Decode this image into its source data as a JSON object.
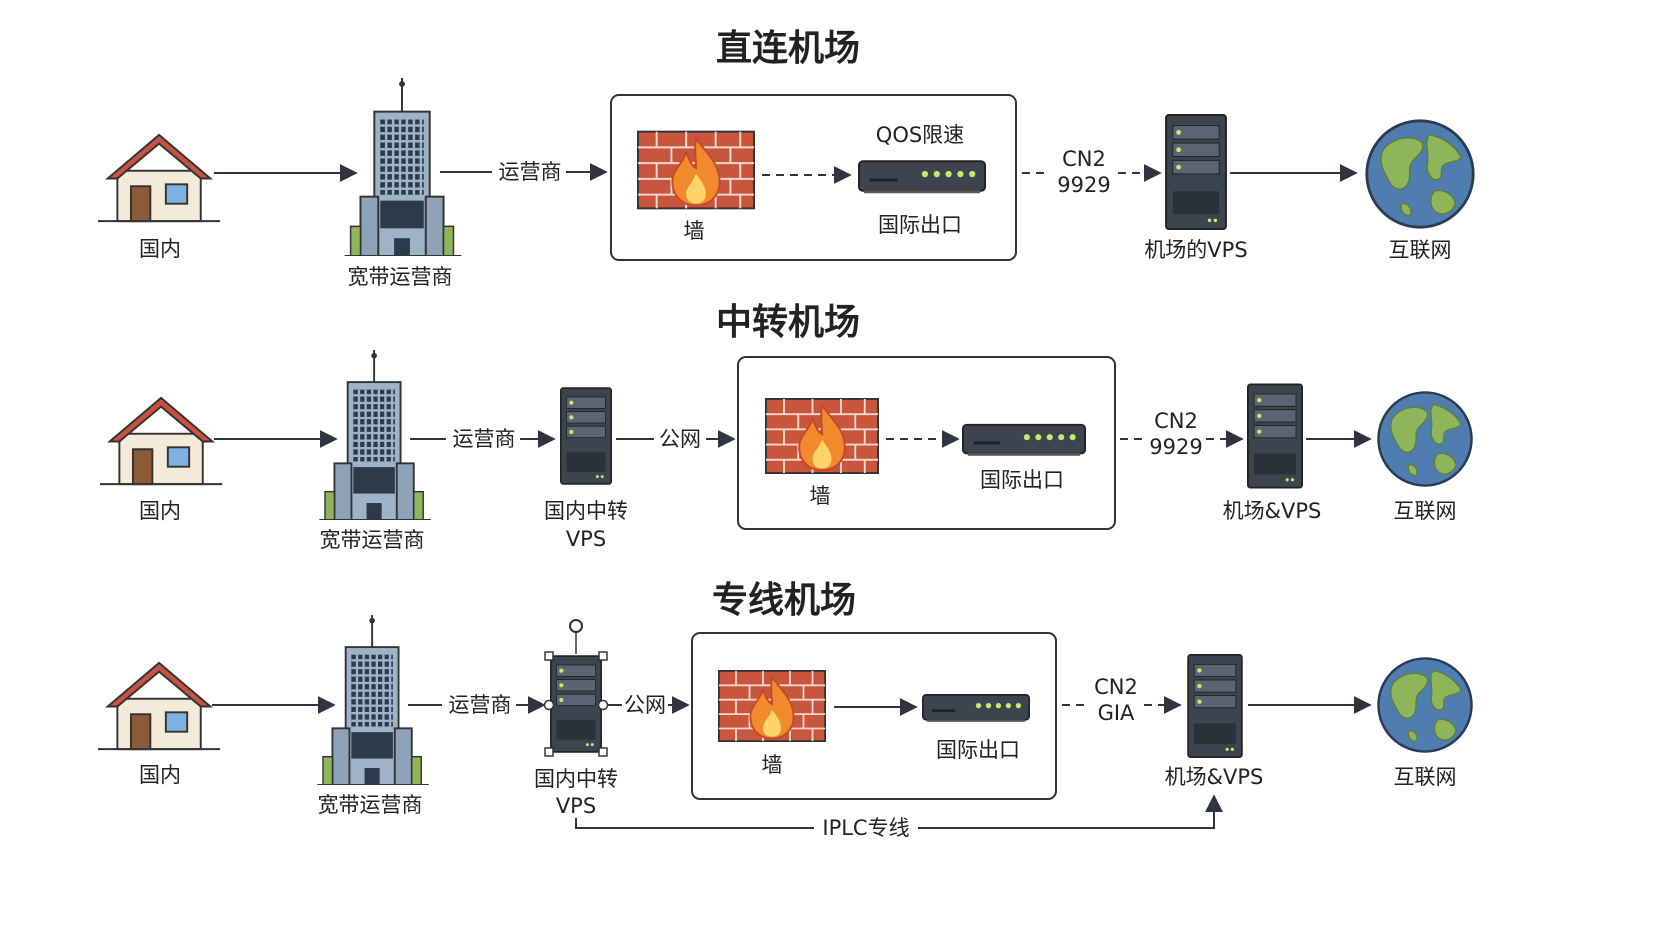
{
  "sections": [
    {
      "title": "直连机场",
      "nodes": {
        "home": "国内",
        "isp": "宽带运营商",
        "firewall": "墙",
        "qos": "QOS限速",
        "exit": "国际出口",
        "vps": "机场的VPS",
        "internet": "互联网"
      },
      "edges": {
        "isp_out": "运营商",
        "line_a": "CN2",
        "line_b": "9929"
      }
    },
    {
      "title": "中转机场",
      "nodes": {
        "home": "国内",
        "isp": "宽带运营商",
        "relay_a": "国内中转",
        "relay_b": "VPS",
        "firewall": "墙",
        "exit": "国际出口",
        "vps": "机场&VPS",
        "internet": "互联网"
      },
      "edges": {
        "isp_out": "运营商",
        "public": "公网",
        "line_a": "CN2",
        "line_b": "9929"
      }
    },
    {
      "title": "专线机场",
      "nodes": {
        "home": "国内",
        "isp": "宽带运营商",
        "relay_a": "国内中转",
        "relay_b": "VPS",
        "firewall": "墙",
        "exit": "国际出口",
        "vps": "机场&VPS",
        "internet": "互联网"
      },
      "edges": {
        "isp_out": "运营商",
        "public": "公网",
        "line_a": "CN2",
        "line_b": "GIA",
        "iplc": "IPLC专线"
      }
    }
  ],
  "colors": {
    "roof": "#c8523f",
    "wall": "#f3ead9",
    "brick": "#c9553d",
    "flame": "#f08a2c",
    "server": "#3c4450",
    "ocean": "#4f7db0",
    "land": "#8fb55a",
    "building": "#9fb3c8",
    "line": "#2e3440"
  }
}
